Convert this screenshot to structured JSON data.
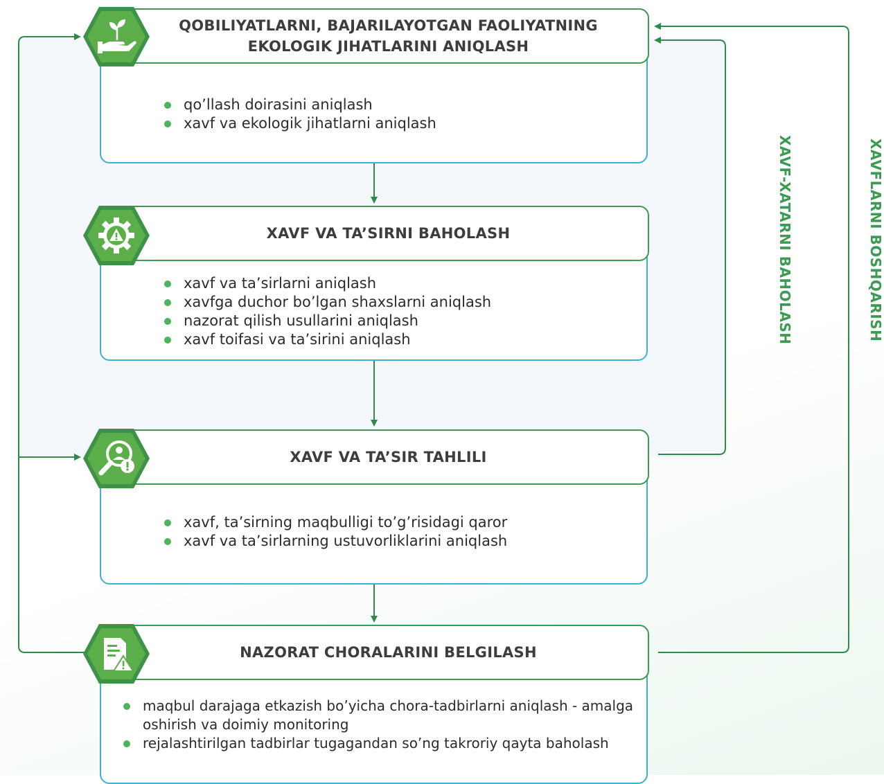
{
  "colors": {
    "primary_green": "#3c9a52",
    "hex_green": "#5cae4a",
    "box_border_blue": "#41b0d0",
    "bullet_green": "#4cb45c",
    "panel_bg": "#f4f8fc"
  },
  "steps": [
    {
      "title": "QOBILIYATLARNI, BAJARILAYOTGAN FAOLIYATNING EKOLOGIK JIHATLARINI ANIQLASH",
      "icon": "plant-hand-icon",
      "bullets": [
        "qo’llash doirasini aniqlash",
        "xavf va ekologik jihatlarni aniqlash"
      ]
    },
    {
      "title": "XAVF VA TA’SIRNI BAHOLASH",
      "icon": "gear-warning-icon",
      "bullets": [
        "xavf va ta’sirlarni aniqlash",
        "xavfga duchor bo’lgan shaxslarni aniqlash",
        "nazorat qilish usullarini aniqlash",
        "xavf toifasi va ta’sirini aniqlash"
      ]
    },
    {
      "title": "XAVF VA TA’SIR TAHLILI",
      "icon": "magnifier-warning-icon",
      "bullets": [
        "xavf, ta’sirning maqbulligi to’g’risidagi qaror",
        "xavf va ta’sirlarning ustuvorliklarini aniqlash"
      ]
    },
    {
      "title": "NAZORAT CHORALARINI BELGILASH",
      "icon": "document-warning-icon",
      "bullets": [
        "maqbul darajaga etkazish bo’yicha chora-tadbirlarni aniqlash - amalga oshirish va doimiy monitoring",
        "rejalashtirilgan tadbirlar tugagandan so’ng takroriy qayta baholash"
      ]
    }
  ],
  "side_labels": {
    "inner": "XAVF-XATARNI BAHOLASH",
    "outer": "XAVFLARNI BOSHQARISH"
  }
}
